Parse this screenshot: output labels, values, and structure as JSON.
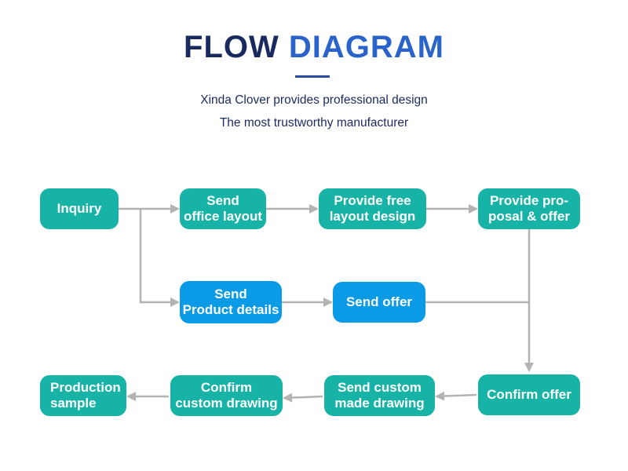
{
  "title": {
    "word1": "FLOW",
    "word2": "DIAGRAM"
  },
  "subtitle": {
    "line1": "Xinda Clover provides professional design",
    "line2": "The most trustworthy manufacturer"
  },
  "nodes": {
    "inquiry": {
      "lines": [
        "Inquiry"
      ]
    },
    "send_office_layout": {
      "lines": [
        "Send",
        "office layout"
      ]
    },
    "provide_free_layout_design": {
      "lines": [
        "Provide free",
        "layout design"
      ]
    },
    "provide_proposal_offer": {
      "lines": [
        "Provide pro-",
        "posal & offer"
      ]
    },
    "send_product_details": {
      "lines": [
        "Send",
        "Product details"
      ]
    },
    "send_offer": {
      "lines": [
        "Send offer"
      ]
    },
    "confirm_offer": {
      "lines": [
        "Confirm offer"
      ]
    },
    "send_custom_made_drawing": {
      "lines": [
        "Send custom",
        "made drawing"
      ]
    },
    "confirm_custom_drawing": {
      "lines": [
        "Confirm",
        "custom drawing"
      ]
    },
    "production_sample": {
      "lines": [
        "Production",
        "sample"
      ]
    }
  },
  "colors": {
    "title_dark": "#1b2a5e",
    "title_accent": "#2a63c9",
    "node_teal": "#17b3a7",
    "node_blue": "#0a9ae6",
    "connector": "#b3b3b3"
  }
}
